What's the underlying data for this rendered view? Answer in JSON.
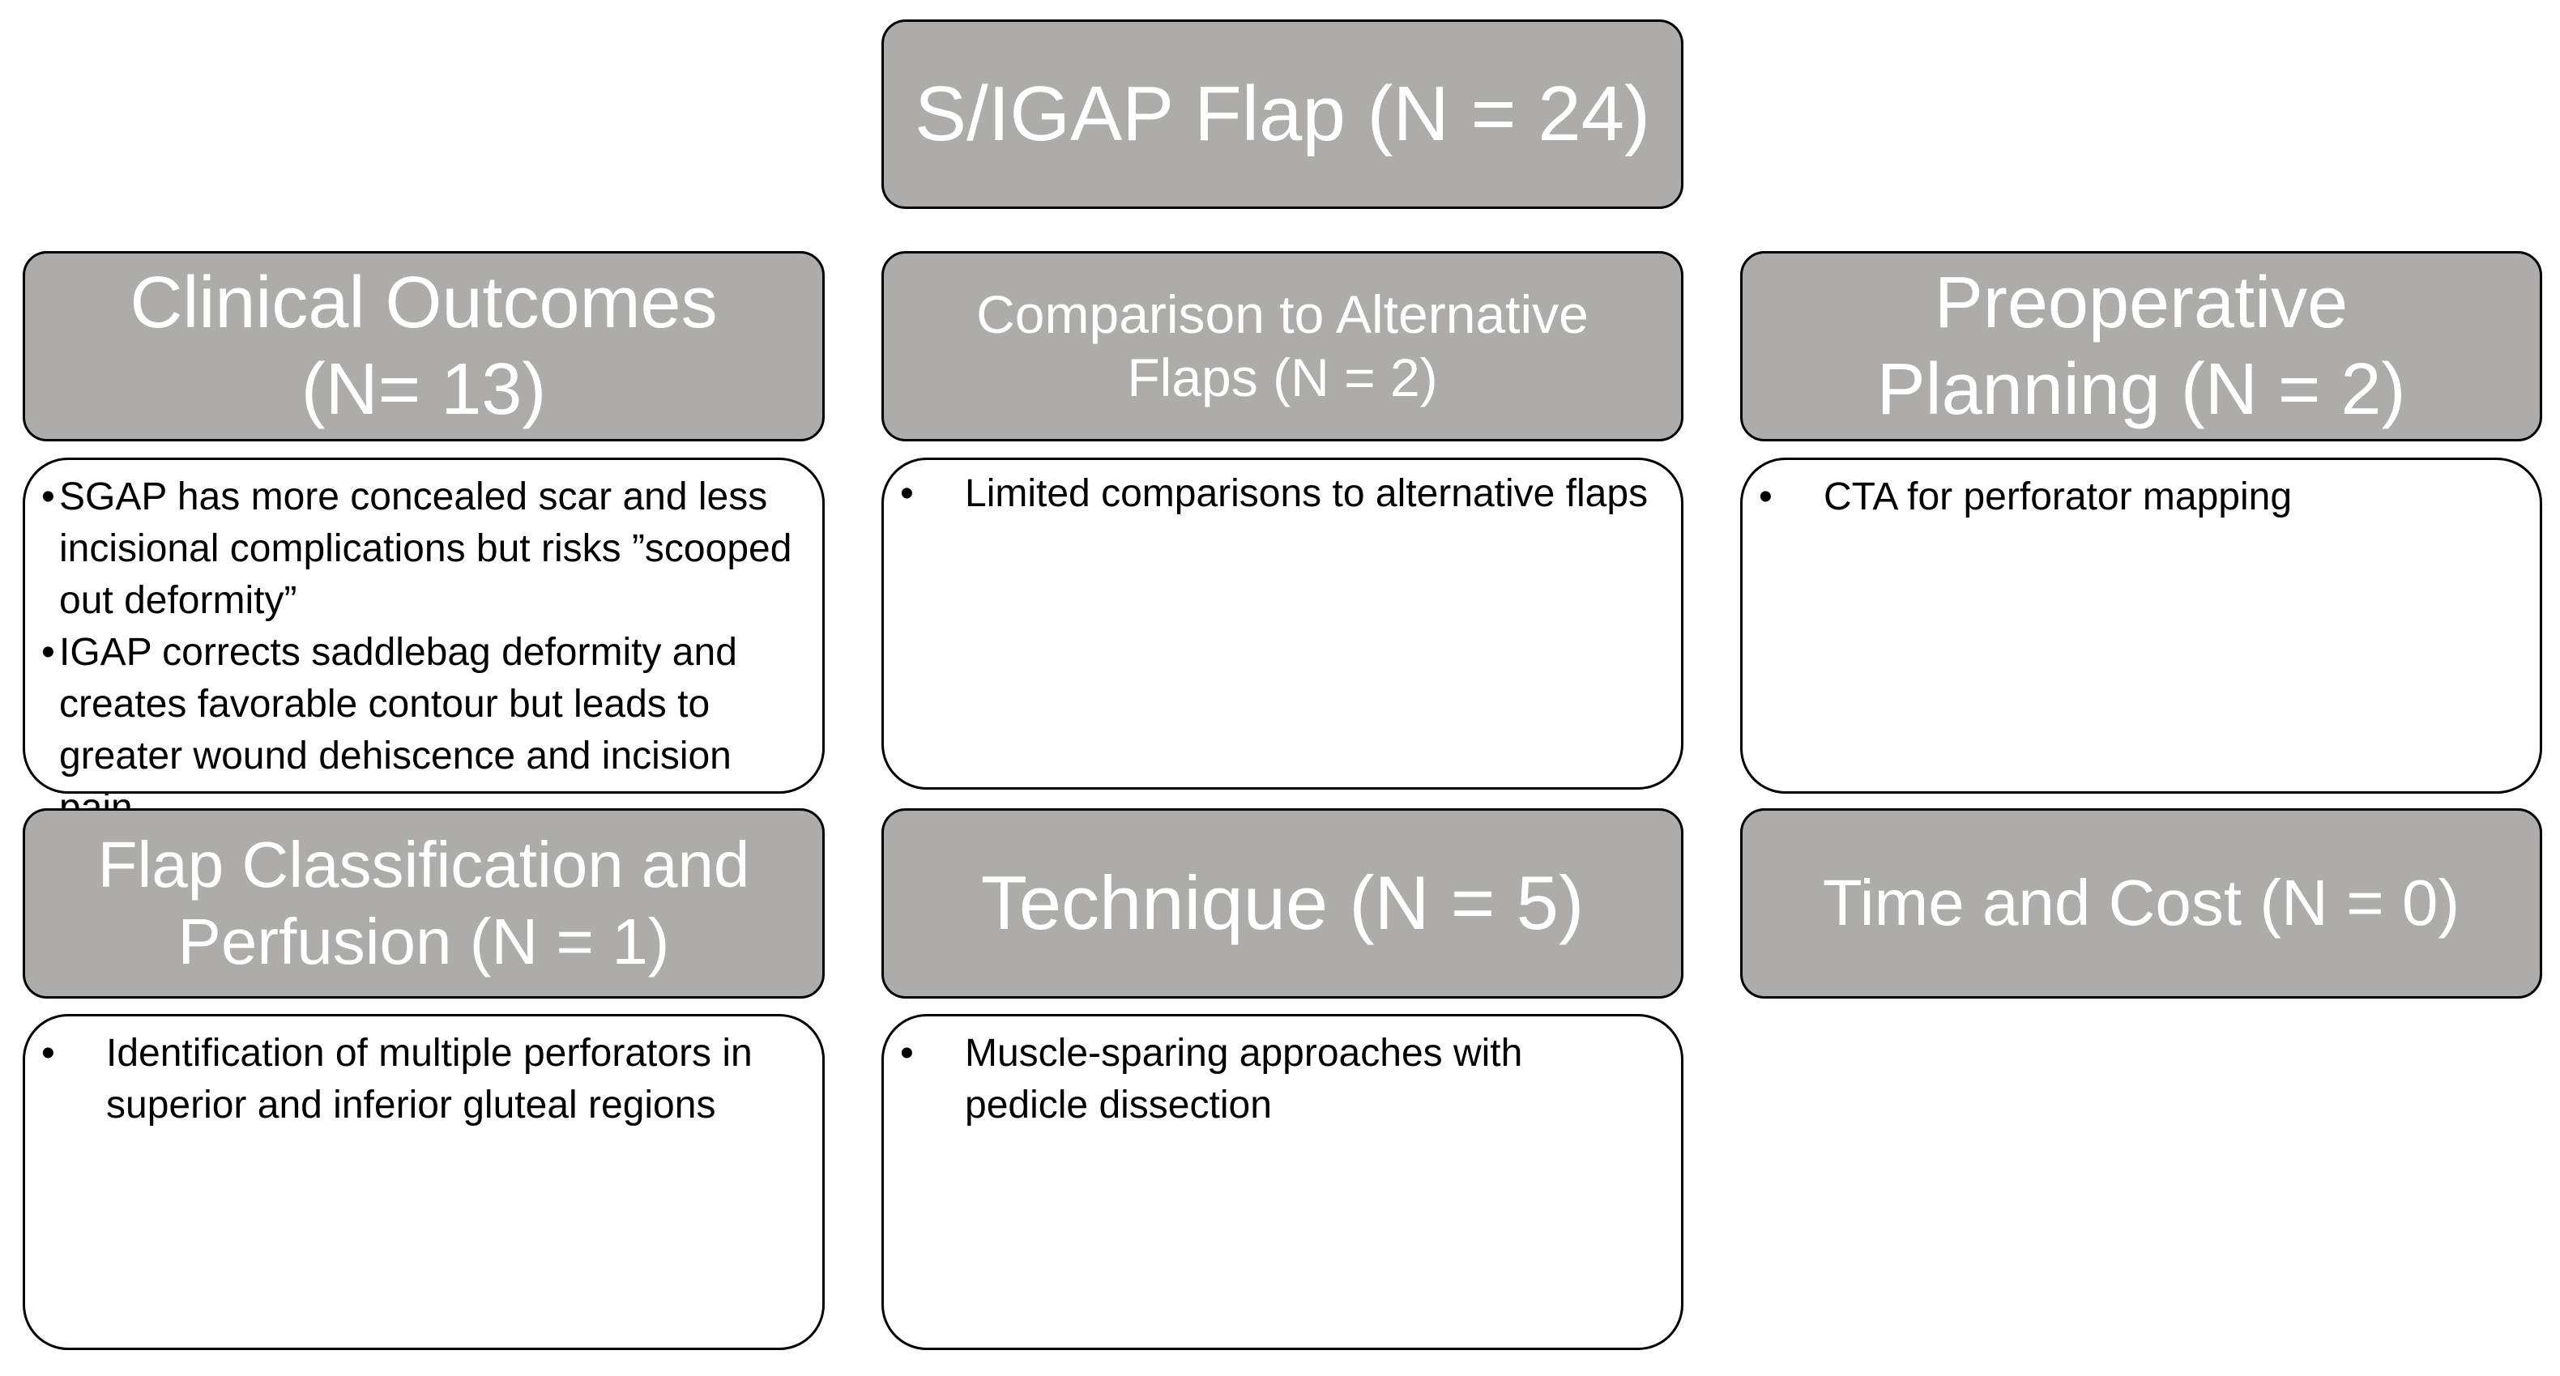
{
  "root": {
    "title": "S/IGAP Flap (N = 24)"
  },
  "categories": [
    {
      "title_lines": [
        "Clinical Outcomes",
        "(N= 13)"
      ],
      "bullets": [
        "SGAP has more concealed scar and less incisional complications but risks ”scooped out deformity”",
        "IGAP corrects saddlebag deformity and creates favorable contour but leads to greater wound dehiscence and incision pain"
      ]
    },
    {
      "title_lines": [
        "Comparison to Alternative",
        "Flaps (N = 2)"
      ],
      "bullets": [
        "Limited comparisons to alternative flaps"
      ]
    },
    {
      "title_lines": [
        "Preoperative",
        "Planning (N = 2)"
      ],
      "bullets": [
        "CTA for perforator mapping"
      ]
    },
    {
      "title_lines": [
        "Flap Classification and",
        "Perfusion (N = 1)"
      ],
      "bullets": [
        "Identification of multiple perforators in superior and inferior gluteal regions"
      ]
    },
    {
      "title_lines": [
        "Technique (N = 5)"
      ],
      "bullets": [
        "Muscle-sparing approaches with pedicle dissection"
      ]
    },
    {
      "title_lines": [
        "Time and Cost (N = 0)"
      ],
      "bullets": []
    }
  ]
}
